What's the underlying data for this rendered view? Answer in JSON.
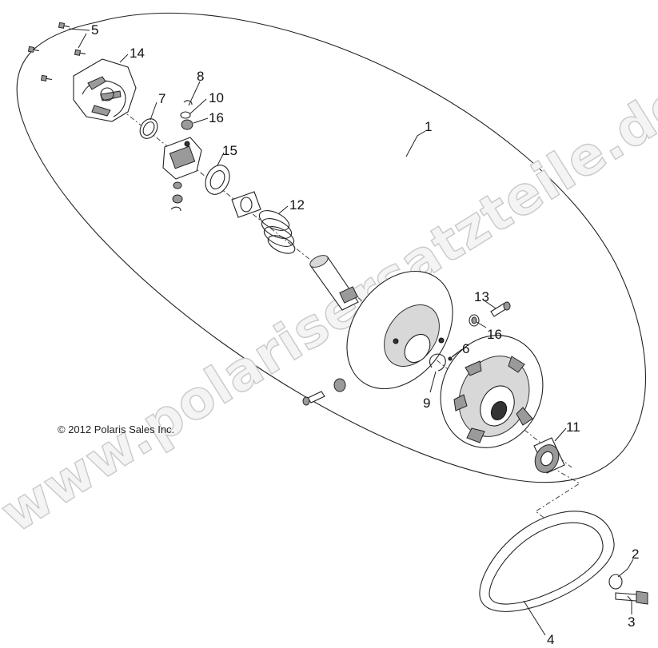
{
  "copyright": "© 2012 Polaris Sales Inc.",
  "watermark": "www.polarisersatzteile.de",
  "callouts": [
    {
      "id": "c1",
      "label": "1"
    },
    {
      "id": "c2",
      "label": "2"
    },
    {
      "id": "c3",
      "label": "3"
    },
    {
      "id": "c4",
      "label": "4"
    },
    {
      "id": "c5",
      "label": "5"
    },
    {
      "id": "c6",
      "label": "6"
    },
    {
      "id": "c7",
      "label": "7"
    },
    {
      "id": "c8",
      "label": "8"
    },
    {
      "id": "c9",
      "label": "9"
    },
    {
      "id": "c10",
      "label": "10"
    },
    {
      "id": "c11",
      "label": "11"
    },
    {
      "id": "c12",
      "label": "12"
    },
    {
      "id": "c13",
      "label": "13"
    },
    {
      "id": "c14",
      "label": "14"
    },
    {
      "id": "c15",
      "label": "15"
    },
    {
      "id": "c16a",
      "label": "16"
    },
    {
      "id": "c16b",
      "label": "16"
    }
  ]
}
